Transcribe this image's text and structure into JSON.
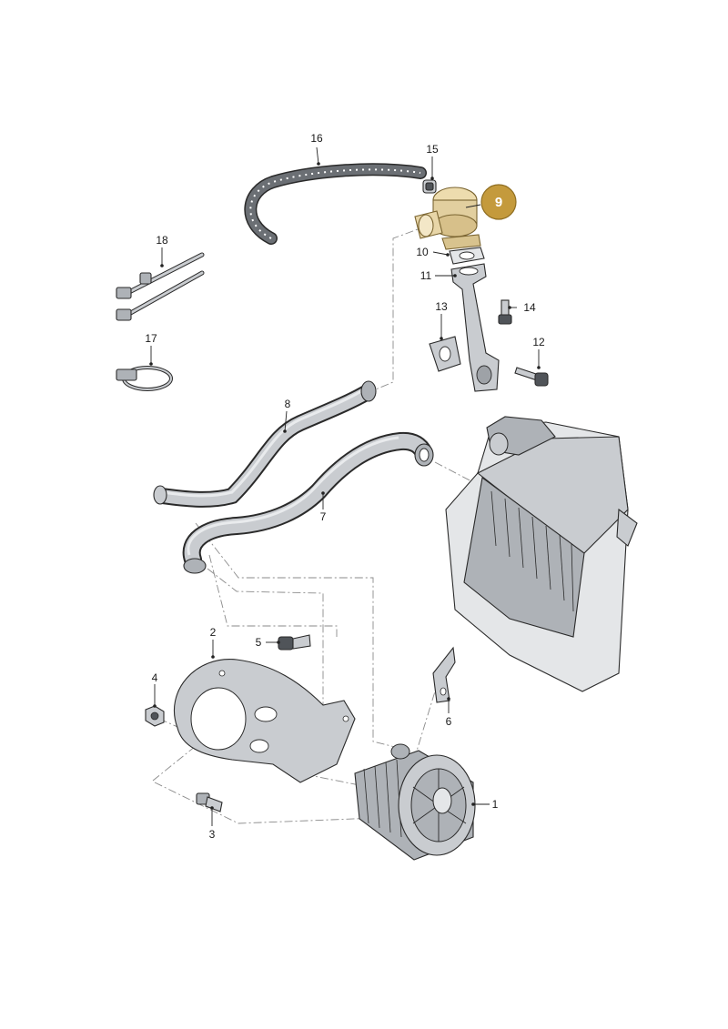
{
  "diagram": {
    "highlight": {
      "label": "9",
      "color": "#c49a3c"
    },
    "callouts": [
      {
        "id": "1",
        "label": "1"
      },
      {
        "id": "2",
        "label": "2"
      },
      {
        "id": "3",
        "label": "3"
      },
      {
        "id": "4",
        "label": "4"
      },
      {
        "id": "5",
        "label": "5"
      },
      {
        "id": "6",
        "label": "6"
      },
      {
        "id": "7",
        "label": "7"
      },
      {
        "id": "8",
        "label": "8"
      },
      {
        "id": "10",
        "label": "10"
      },
      {
        "id": "11",
        "label": "11"
      },
      {
        "id": "12",
        "label": "12"
      },
      {
        "id": "13",
        "label": "13"
      },
      {
        "id": "14",
        "label": "14"
      },
      {
        "id": "15",
        "label": "15"
      },
      {
        "id": "16",
        "label": "16"
      },
      {
        "id": "17",
        "label": "17"
      },
      {
        "id": "18",
        "label": "18"
      }
    ],
    "colors": {
      "part_fill": "#c9ccd0",
      "outline": "#2a2a2a",
      "highlight_part": "#e2cf9f"
    }
  }
}
